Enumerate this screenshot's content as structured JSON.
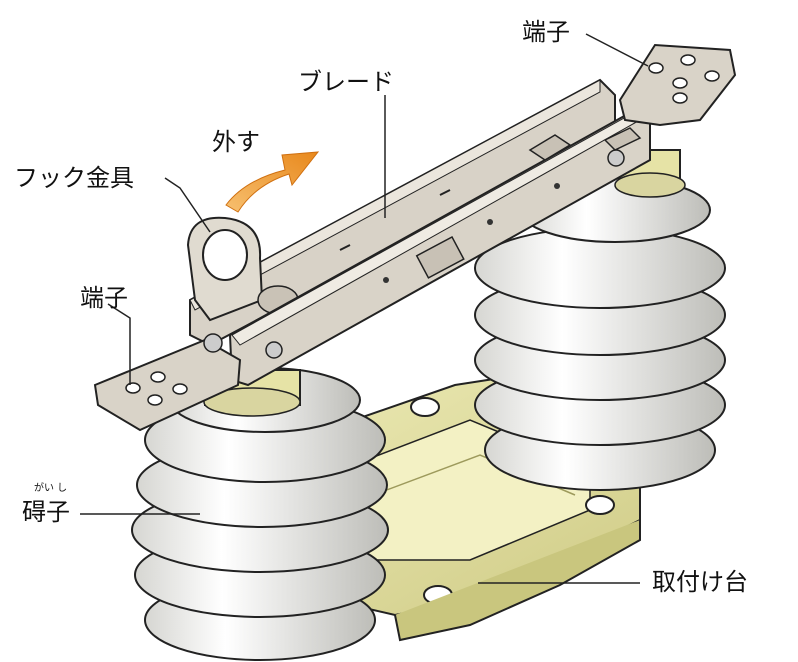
{
  "labels": {
    "terminal_top": "端子",
    "blade": "ブレード",
    "remove": "外す",
    "hook_fitting": "フック金具",
    "terminal_left": "端子",
    "insulator": "碍子",
    "insulator_ruby": "がい し",
    "mounting_base": "取付け台"
  },
  "colors": {
    "metal": "#d9d2c6",
    "metal_dark": "#b3ab9e",
    "insulator": "#f4f4f2",
    "insulator_shade": "#c9c9c5",
    "base": "#e8e6a8",
    "base_dark": "#c9c67e",
    "arrow": "#f0a030",
    "line": "#222222"
  }
}
